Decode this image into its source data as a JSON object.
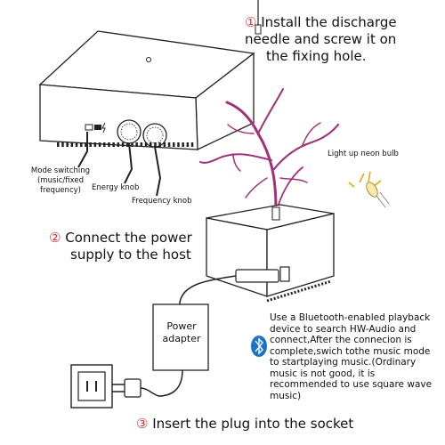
{
  "steps": [
    {
      "num": "①",
      "line1": "Install the discharge",
      "line2": "needle and screw it on",
      "line3": "the fixing hole."
    },
    {
      "num": "②",
      "line1": "Connect the power",
      "line2": "supply to the host"
    },
    {
      "num": "③",
      "line1": "Insert the plug into the socket"
    }
  ],
  "labels": {
    "mode_line1": "Mode switching",
    "mode_line2": "(music/fixed frequency)",
    "energy_knob": "Energy knob",
    "frequency_knob": "Frequency knob",
    "neon_bulb": "Light up neon bulb",
    "power_adapter_line1": "Power",
    "power_adapter_line2": "adapter"
  },
  "bluetooth_text": [
    "Use a Bluetooth-enabled playback",
    "device to search HW-Audio and",
    "connect,After the connecion is",
    "complete,swich tothe music mode",
    "to startplaying music.(Ordinary",
    "music is not good, it is",
    "recommended to use square wave",
    "music)"
  ],
  "colors": {
    "step_number": "#d03a3a",
    "arc": "#a0307a",
    "bluetooth": "#1a73c9"
  },
  "icons": [
    "bluetooth-icon",
    "bulb-icon",
    "plug-icon",
    "socket-icon"
  ]
}
